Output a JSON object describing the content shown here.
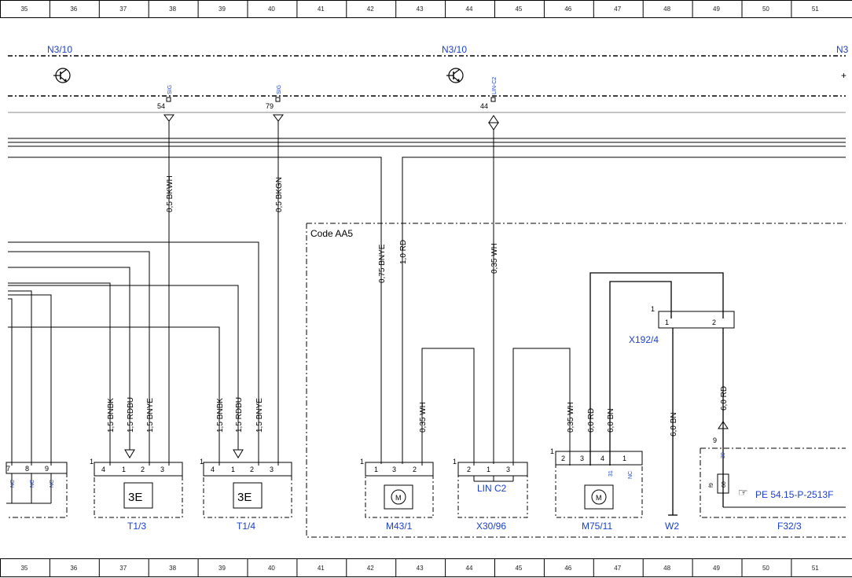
{
  "grid": {
    "top": [
      "35",
      "36",
      "37",
      "38",
      "39",
      "40",
      "41",
      "42",
      "43",
      "44",
      "45",
      "46",
      "47",
      "48",
      "49",
      "50",
      "51"
    ],
    "bottom": [
      "35",
      "36",
      "37",
      "38",
      "39",
      "40",
      "41",
      "42",
      "43",
      "44",
      "45",
      "46",
      "47",
      "48",
      "49",
      "50",
      "51"
    ]
  },
  "modules": {
    "n3_10_a": "N3/10",
    "n3_10_b": "N3/10",
    "n3_10_c": "N3"
  },
  "signals": {
    "sig1": "SIG",
    "sig2": "SIG",
    "lin": "LIN-C2",
    "pin54": "54",
    "pin79": "79",
    "pin44": "44"
  },
  "wires": {
    "bkwh": "0,5 BKWH",
    "bkgn": "0,5 BKGN",
    "bnye075": "0,75 BNYE",
    "rd10": "1,0 RD",
    "wh035_top": "0,35 WH",
    "t13_bnbk": "1,5 BNBK",
    "t13_rdbu": "1,5 RDBU",
    "t13_bnye": "1,5 BNYE",
    "t14_bnbk": "1,5 BNBK",
    "t14_rdbu": "1,5 RDBU",
    "t14_bnye": "1,5 BNYE",
    "m43_wh": "0,35 WH",
    "m75_wh": "0,35 WH",
    "m75_rd": "6,0 RD",
    "m75_bn": "6,0 BN",
    "w2_bn": "6,0 BN",
    "f32_rd": "6,0 RD"
  },
  "code_area": "Code AA5",
  "components": {
    "t13": "T1/3",
    "t14": "T1/4",
    "m43": "M43/1",
    "x30": "X30/96",
    "lin_c2": "LIN C2",
    "m75": "M75/11",
    "x192": "X192/4",
    "w2": "W2",
    "f32": "F32/3"
  },
  "pins": {
    "left_partial": [
      "7",
      "8",
      "9"
    ],
    "nc": "NC",
    "t13": [
      "4",
      "1",
      "2",
      "3"
    ],
    "t14": [
      "4",
      "1",
      "2",
      "3"
    ],
    "m43": [
      "1",
      "3",
      "2"
    ],
    "x30": [
      "2",
      "1",
      "3"
    ],
    "m75": [
      "2",
      "3",
      "4",
      "1"
    ],
    "m75_sub": [
      "31",
      "NC"
    ],
    "x192": [
      "1",
      "2"
    ],
    "x192_lead": "1",
    "f32_pin": "9",
    "f32_30": "30",
    "f32_f9": "f9",
    "f32_60": "60",
    "block_one": "1"
  },
  "reference": {
    "icon": "pointing-hand-icon",
    "text": "PE 54.15-P-2513F"
  },
  "colors": {
    "accent_blue": "#1a3fd0",
    "line": "#000000"
  }
}
